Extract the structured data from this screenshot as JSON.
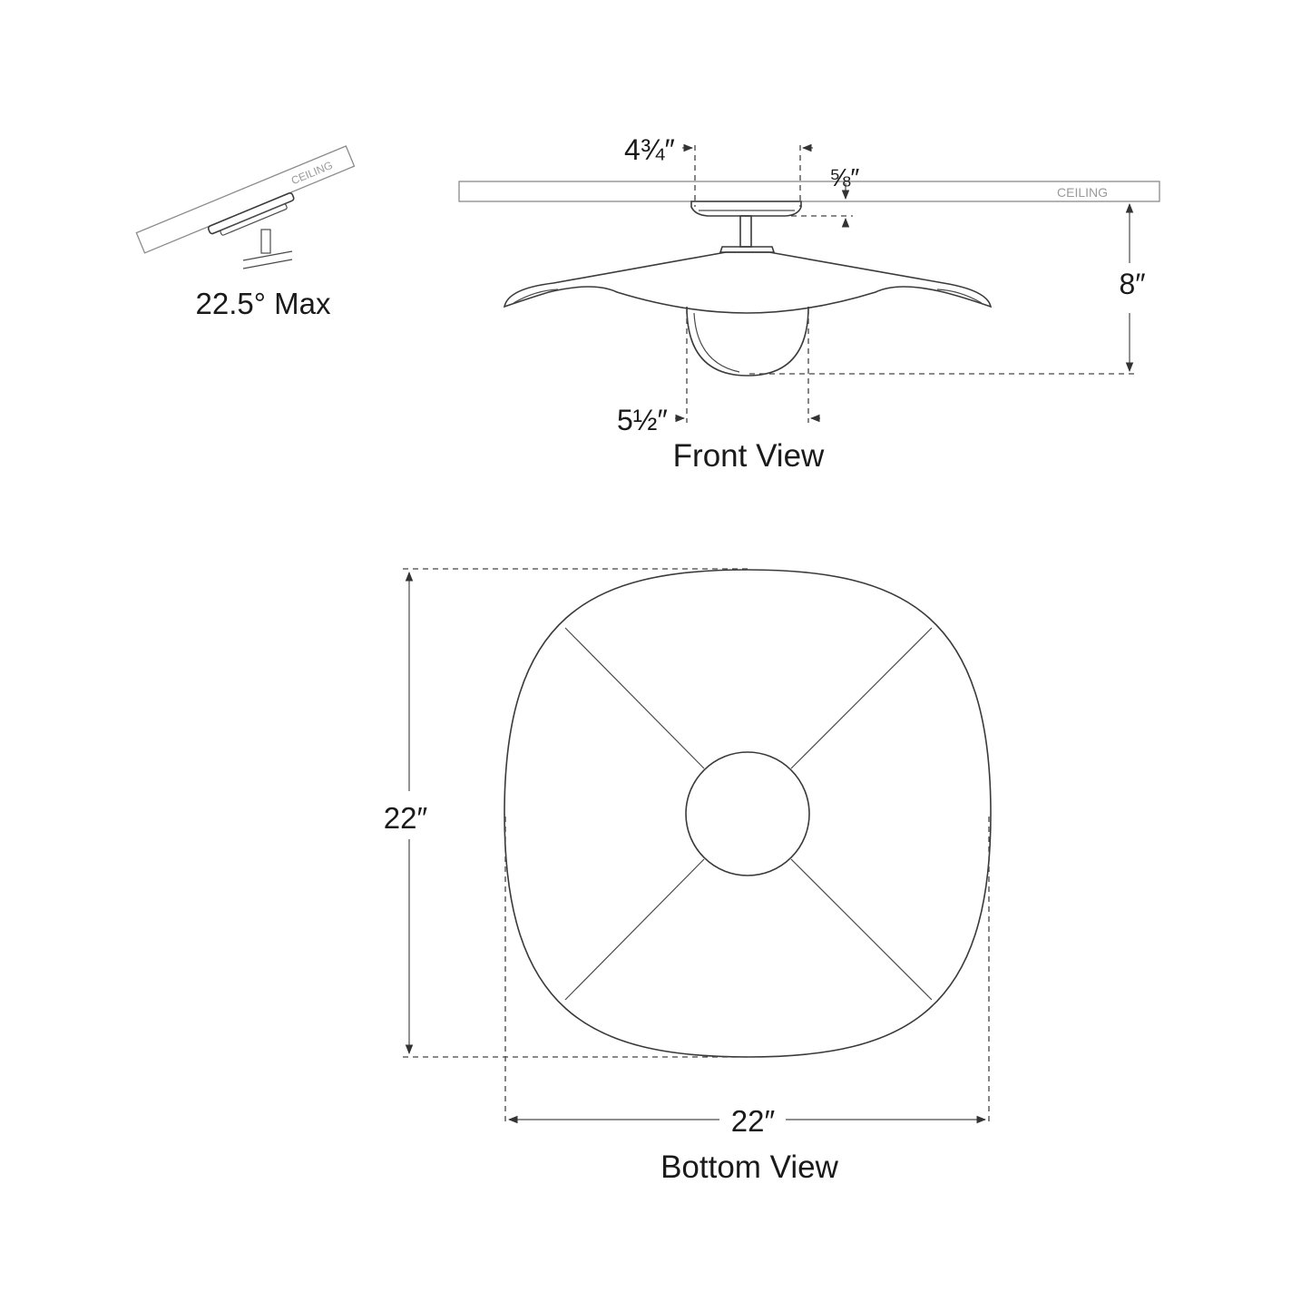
{
  "slope_view": {
    "ceiling_label": "CEILING",
    "angle_label": "22.5° Max"
  },
  "front_view": {
    "ceiling_label": "CEILING",
    "canopy_width_label": "4¾″",
    "canopy_depth_label": "⅝″",
    "height_label": "8″",
    "globe_width_label": "5½″",
    "title": "Front View"
  },
  "bottom_view": {
    "height_label": "22″",
    "width_label": "22″",
    "title": "Bottom View"
  }
}
